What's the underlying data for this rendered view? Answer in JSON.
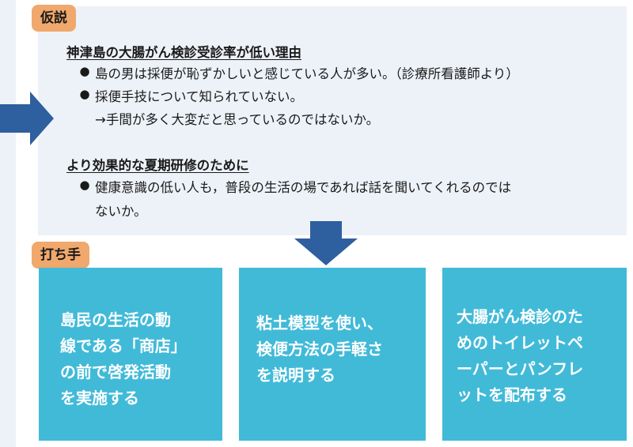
{
  "hypothesis": {
    "tag": "仮説",
    "section1": {
      "title": "神津島の大腸がん検診受診率が低い理由",
      "bullets": [
        [
          "島の男は採便が恥ずかしいと感じている人が多い。（診療所看護師より）"
        ],
        [
          "採便手技について知られていない。",
          "→手間が多く大変だと思っているのではないか。"
        ]
      ]
    },
    "section2": {
      "title": "より効果的な夏期研修のために",
      "bullets": [
        [
          "健康意識の低い人も，普段の生活の場であれば話を聞いてくれるのでは",
          "ないか。"
        ]
      ]
    }
  },
  "actions": {
    "tag": "打ち手",
    "cards": [
      [
        "島民の生活の動",
        "線である「商店」",
        "の前で啓発活動",
        "を実施する"
      ],
      [
        "粘土模型を使い、",
        "検便方法の手軽さ",
        "を説明する"
      ],
      [
        "大腸がん検診のた",
        "めのトイレットペ",
        "ーパーとパンフレ",
        "ットを配布する"
      ]
    ]
  },
  "colors": {
    "panel": "#edf2f8",
    "tag": "#f0a86c",
    "card": "#41bad8",
    "arrow": "#2e5f9e"
  }
}
